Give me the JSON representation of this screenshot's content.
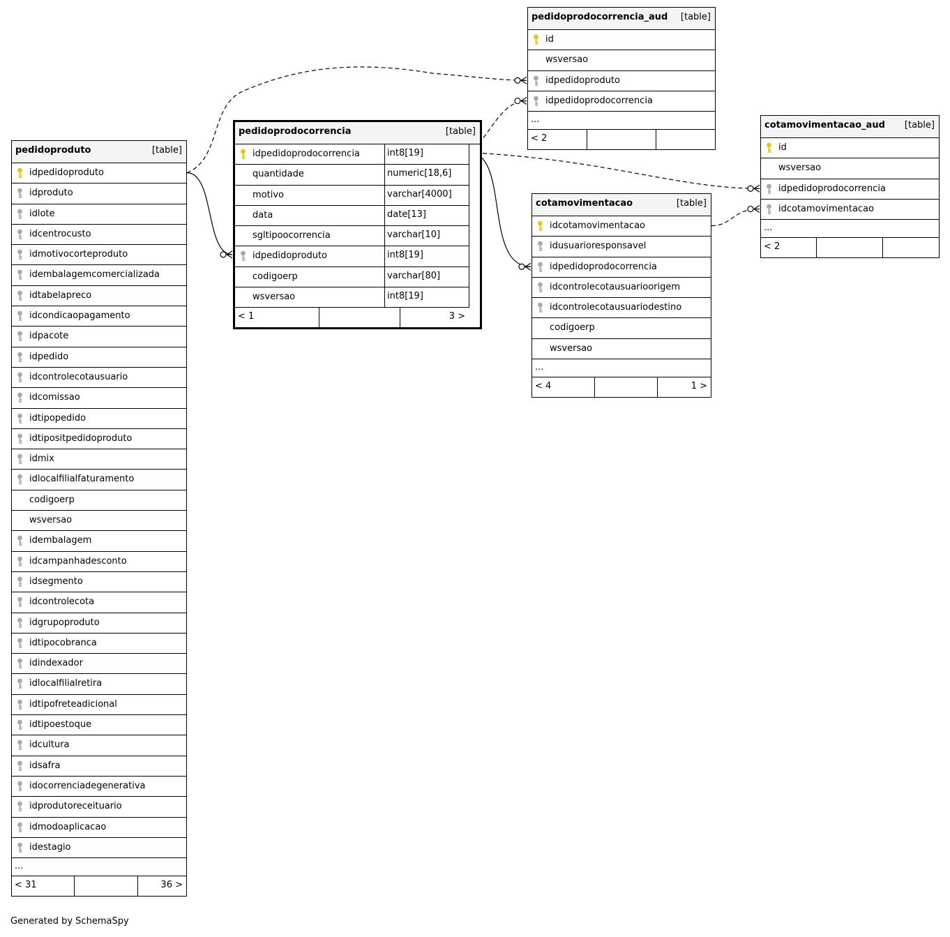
{
  "footer_text": "Generated by SchemaSpy",
  "colors": {
    "primary_key": "#e6c800",
    "foreign_key": "#aaaaaa",
    "header_bg": "#f4f4f4"
  },
  "tables": [
    {
      "id": "pedidoproduto",
      "name": "pedidoproduto",
      "kind": "[table]",
      "focus": false,
      "columns": [
        {
          "name": "idpedidoproduto",
          "key": "pk"
        },
        {
          "name": "idproduto",
          "key": "fk"
        },
        {
          "name": "idlote",
          "key": "fk"
        },
        {
          "name": "idcentrocusto",
          "key": "fk"
        },
        {
          "name": "idmotivocorteproduto",
          "key": "fk"
        },
        {
          "name": "idembalagemcomercializada",
          "key": "fk"
        },
        {
          "name": "idtabelapreco",
          "key": "fk"
        },
        {
          "name": "idcondicaopagamento",
          "key": "fk"
        },
        {
          "name": "idpacote",
          "key": "fk"
        },
        {
          "name": "idpedido",
          "key": "fk"
        },
        {
          "name": "idcontrolecotausuario",
          "key": "fk"
        },
        {
          "name": "idcomissao",
          "key": "fk"
        },
        {
          "name": "idtipopedido",
          "key": "fk"
        },
        {
          "name": "idtipositpedidoproduto",
          "key": "fk"
        },
        {
          "name": "idmix",
          "key": "fk"
        },
        {
          "name": "idlocalfilialfaturamento",
          "key": "fk"
        },
        {
          "name": "codigoerp",
          "key": ""
        },
        {
          "name": "wsversao",
          "key": ""
        },
        {
          "name": "idembalagem",
          "key": "fk"
        },
        {
          "name": "idcampanhadesconto",
          "key": "fk"
        },
        {
          "name": "idsegmento",
          "key": "fk"
        },
        {
          "name": "idcontrolecota",
          "key": "fk"
        },
        {
          "name": "idgrupoproduto",
          "key": "fk"
        },
        {
          "name": "idtipocobranca",
          "key": "fk"
        },
        {
          "name": "idindexador",
          "key": "fk"
        },
        {
          "name": "idlocalfilialretira",
          "key": "fk"
        },
        {
          "name": "idtipofreteadicional",
          "key": "fk"
        },
        {
          "name": "idtipoestoque",
          "key": "fk"
        },
        {
          "name": "idcultura",
          "key": "fk"
        },
        {
          "name": "idsafra",
          "key": "fk"
        },
        {
          "name": "idocorrenciadegenerativa",
          "key": "fk"
        },
        {
          "name": "idprodutoreceituario",
          "key": "fk"
        },
        {
          "name": "idmodoaplicacao",
          "key": "fk"
        },
        {
          "name": "idestagio",
          "key": "fk"
        }
      ],
      "more": "...",
      "footer": {
        "left": "< 31",
        "right": "36 >"
      }
    },
    {
      "id": "pedidoprodocorrencia",
      "name": "pedidoprodocorrencia",
      "kind": "[table]",
      "focus": true,
      "columns": [
        {
          "name": "idpedidoprodocorrencia",
          "key": "pk",
          "type": "int8[19]"
        },
        {
          "name": "quantidade",
          "key": "",
          "type": "numeric[18,6]"
        },
        {
          "name": "motivo",
          "key": "",
          "type": "varchar[4000]"
        },
        {
          "name": "data",
          "key": "",
          "type": "date[13]"
        },
        {
          "name": "sgltipoocorrencia",
          "key": "",
          "type": "varchar[10]"
        },
        {
          "name": "idpedidoproduto",
          "key": "fk",
          "type": "int8[19]"
        },
        {
          "name": "codigoerp",
          "key": "",
          "type": "varchar[80]"
        },
        {
          "name": "wsversao",
          "key": "",
          "type": "int8[19]"
        }
      ],
      "footer": {
        "left": "< 1",
        "right": "3 >"
      }
    },
    {
      "id": "pedidoprodocorrencia_aud",
      "name": "pedidoprodocorrencia_aud",
      "kind": "[table]",
      "focus": false,
      "columns": [
        {
          "name": "id",
          "key": "pk"
        },
        {
          "name": "wsversao",
          "key": ""
        },
        {
          "name": "idpedidoproduto",
          "key": "fk"
        },
        {
          "name": "idpedidoprodocorrencia",
          "key": "fk"
        }
      ],
      "more": "...",
      "footer": {
        "left": "< 2",
        "right": ""
      }
    },
    {
      "id": "cotamovimentacao",
      "name": "cotamovimentacao",
      "kind": "[table]",
      "focus": false,
      "columns": [
        {
          "name": "idcotamovimentacao",
          "key": "pk"
        },
        {
          "name": "idusuarioresponsavel",
          "key": "fk"
        },
        {
          "name": "idpedidoprodocorrencia",
          "key": "fk"
        },
        {
          "name": "idcontrolecotausuarioorigem",
          "key": "fk"
        },
        {
          "name": "idcontrolecotausuariodestino",
          "key": "fk"
        },
        {
          "name": "codigoerp",
          "key": ""
        },
        {
          "name": "wsversao",
          "key": ""
        }
      ],
      "more": "...",
      "footer": {
        "left": "< 4",
        "right": "1 >"
      }
    },
    {
      "id": "cotamovimentacao_aud",
      "name": "cotamovimentacao_aud",
      "kind": "[table]",
      "focus": false,
      "columns": [
        {
          "name": "id",
          "key": "pk"
        },
        {
          "name": "wsversao",
          "key": ""
        },
        {
          "name": "idpedidoprodocorrencia",
          "key": "fk"
        },
        {
          "name": "idcotamovimentacao",
          "key": "fk"
        }
      ],
      "more": "...",
      "footer": {
        "left": "< 2",
        "right": ""
      }
    }
  ],
  "relationships": [
    {
      "from": "pedidoprodocorrencia.idpedidoproduto",
      "to": "pedidoproduto.idpedidoproduto",
      "style": "solid"
    },
    {
      "from": "pedidoprodocorrencia_aud.idpedidoproduto",
      "to": "pedidoproduto.idpedidoproduto",
      "style": "dashed"
    },
    {
      "from": "pedidoprodocorrencia_aud.idpedidoprodocorrencia",
      "to": "pedidoprodocorrencia.idpedidoprodocorrencia",
      "style": "dashed"
    },
    {
      "from": "cotamovimentacao.idpedidoprodocorrencia",
      "to": "pedidoprodocorrencia.idpedidoprodocorrencia",
      "style": "solid"
    },
    {
      "from": "cotamovimentacao_aud.idpedidoprodocorrencia",
      "to": "pedidoprodocorrencia.idpedidoprodocorrencia",
      "style": "dashed"
    },
    {
      "from": "cotamovimentacao_aud.idcotamovimentacao",
      "to": "cotamovimentacao.idcotamovimentacao",
      "style": "dashed"
    }
  ]
}
